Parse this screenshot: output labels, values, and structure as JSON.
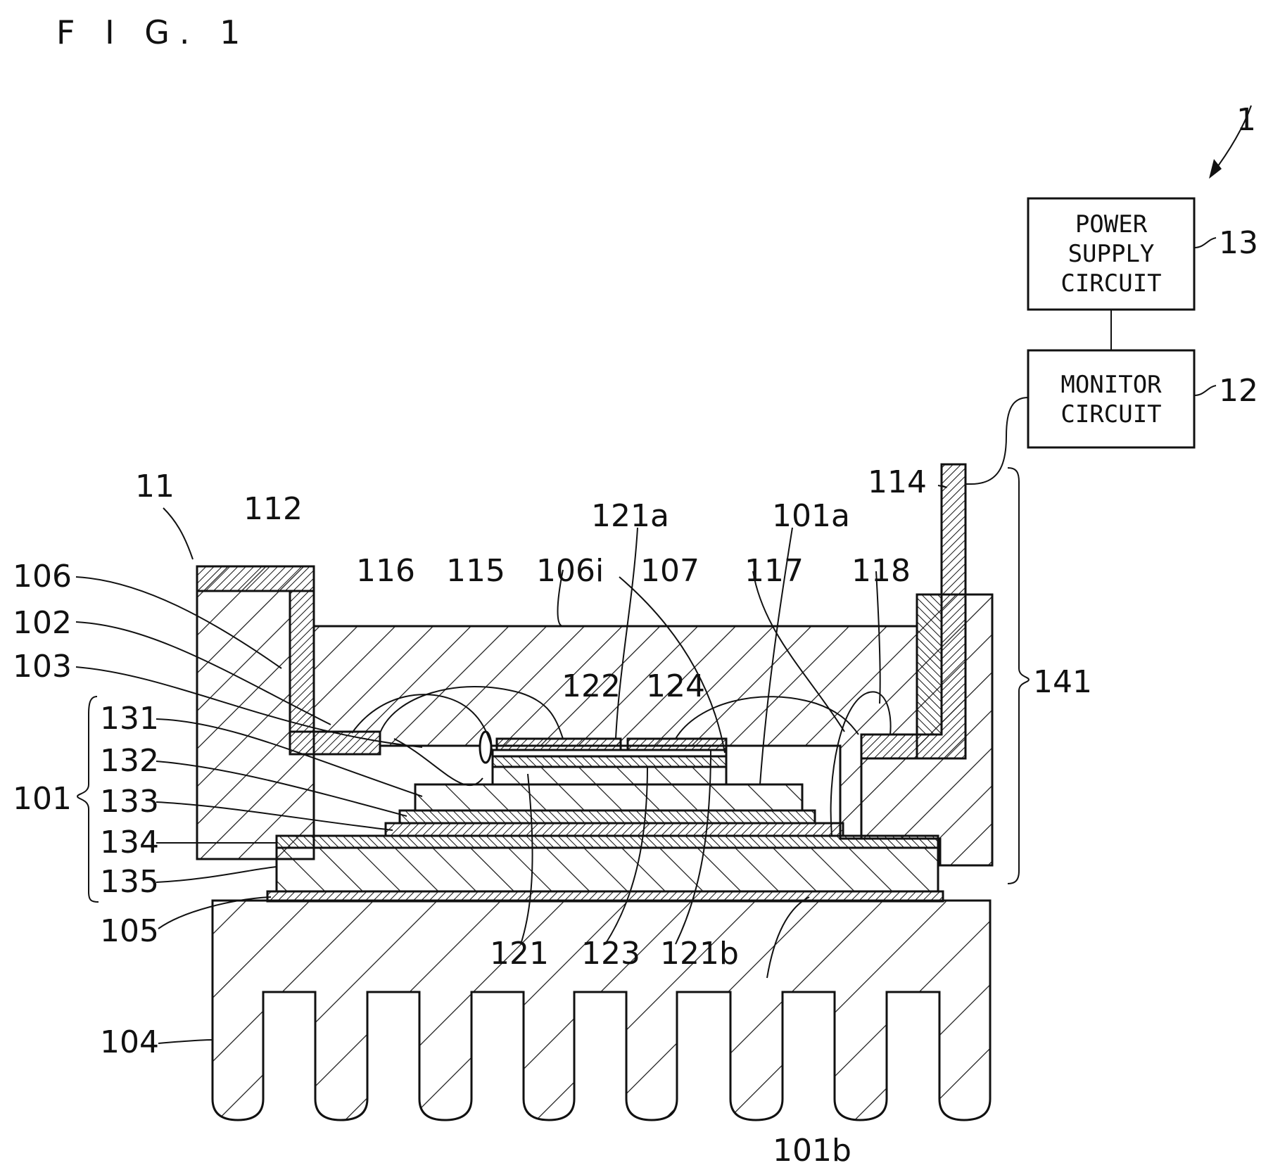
{
  "figure_title": "F I G. 1",
  "blocks": {
    "power_supply": [
      "POWER",
      "SUPPLY",
      "CIRCUIT"
    ],
    "monitor": [
      "MONITOR",
      "CIRCUIT"
    ]
  },
  "labels": {
    "r1": "1",
    "r13": "13",
    "r12": "12",
    "r11": "11",
    "r112": "112",
    "r114": "114",
    "r121a": "121a",
    "r101a": "101a",
    "r106": "106",
    "r116": "116",
    "r115": "115",
    "r106i": "106i",
    "r107": "107",
    "r117": "117",
    "r118": "118",
    "r102": "102",
    "r103": "103",
    "r122": "122",
    "r124": "124",
    "r141": "141",
    "r131": "131",
    "r132": "132",
    "r101": "101",
    "r133": "133",
    "r134": "134",
    "r135": "135",
    "r105": "105",
    "r121": "121",
    "r123": "123",
    "r121b": "121b",
    "r104": "104",
    "r101b": "101b"
  }
}
